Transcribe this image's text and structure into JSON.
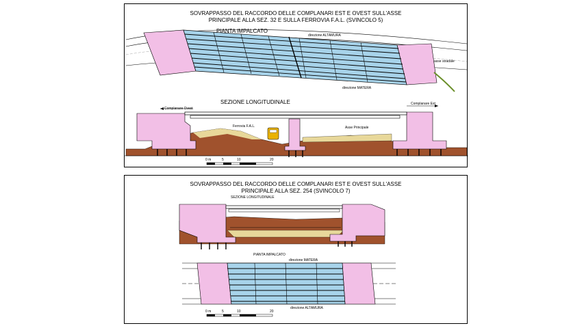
{
  "top": {
    "title_line1": "SOVRAPPASSO DEL RACCORDO DELLE COMPLANARI EST E OVEST SULL'ASSE",
    "title_line2": "PRINCIPALE ALLA SEZ. 32 E SULLA FERROVIA F.A.L. (SVINCOLO 5)",
    "plan_label": "PIANTA IMPALCATO",
    "dir_altamura": "direzione ALTAMURA",
    "dir_matera": "direzione MATERA",
    "asse_stradale": "asse stradale",
    "section_label": "SEZIONE LONGITUDINALE",
    "complanare_ovest": "Complanare Ovest",
    "complanare_est": "Complanare Est",
    "ferrovia": "Ferrovia F.A.L.",
    "asse_principale": "Asse Principale",
    "scale": [
      "0 m",
      "5",
      "10",
      "20"
    ]
  },
  "bottom": {
    "title_line1": "SOVRAPPASSO DEL RACCORDO DELLE COMPLANARI EST E OVEST SULL'ASSE",
    "title_line2": "PRINCIPALE ALLA SEZ. 254 (SVINCOLO 7)",
    "section_label": "SEZIONE LONGITUDINALE",
    "plan_label": "PIANTA IMPALCATO",
    "dir_matera": "direzione MATERA",
    "dir_altamura": "direzione ALTAMURA",
    "scale": [
      "0 m",
      "5",
      "10",
      "20"
    ]
  },
  "colors": {
    "abutment": "#f2bfe6",
    "earth": "#a0522d",
    "deck_blue": "#a7d3ea",
    "ground_yellow": "#e8d89a",
    "train": "#e9b200"
  }
}
